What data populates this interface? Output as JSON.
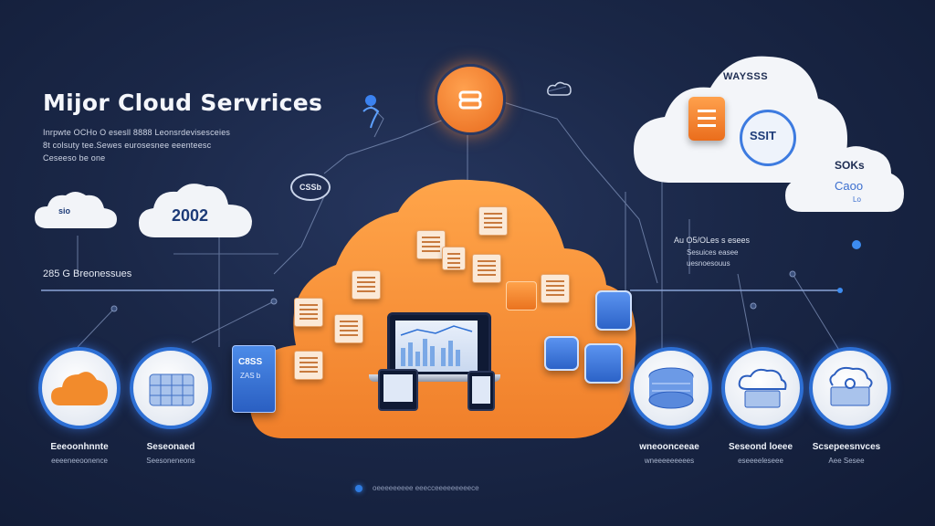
{
  "header": {
    "title": "Mijor Cloud Servrices",
    "subtitle_lines": [
      "Inrpwte OCHo O esesll 8888 Leonsrdevisesceies",
      "8t colsuty tee.Sewes eurosesnee eeenteesc",
      "Ceseeso be one"
    ]
  },
  "left_clouds": {
    "small_label": "sio",
    "big_label": "2002"
  },
  "left_caption": "285 G Breonessues",
  "top_right": {
    "cloud_label": "WAYSSS",
    "badge_label": "SSIT",
    "small_cloud_label": "SOKs",
    "small_cloud_sub": "Caoo",
    "small_cloud_foot": "Lo"
  },
  "right_text": {
    "line1": "Au O5/OLes s esees",
    "line2": "Sesuices easee",
    "line3": "uesnoesouus"
  },
  "center": {
    "badge_node": "CSSb",
    "panel_label": "C8SS",
    "panel_sub": "ZAS b"
  },
  "services": [
    {
      "label": "Eeeoonhnnte",
      "sub": "eeeeneeoonence"
    },
    {
      "label": "Seseonaed",
      "sub": "Seesoneneons"
    },
    {
      "label": "wneoonceeae",
      "sub": "wneeeeeeeees"
    },
    {
      "label": "Seseond loeee",
      "sub": "eseeeeleseee"
    },
    {
      "label": "Scsepeesnvces",
      "sub": "Aee Sesee"
    }
  ],
  "footer": {
    "dot_color": "#2f7be0",
    "text": "oeeeeeeeee eeecceeeeeeeeece"
  },
  "colors": {
    "accent_orange": "#f28b2c",
    "accent_blue": "#2d6fd4",
    "background": "#1a2747"
  }
}
